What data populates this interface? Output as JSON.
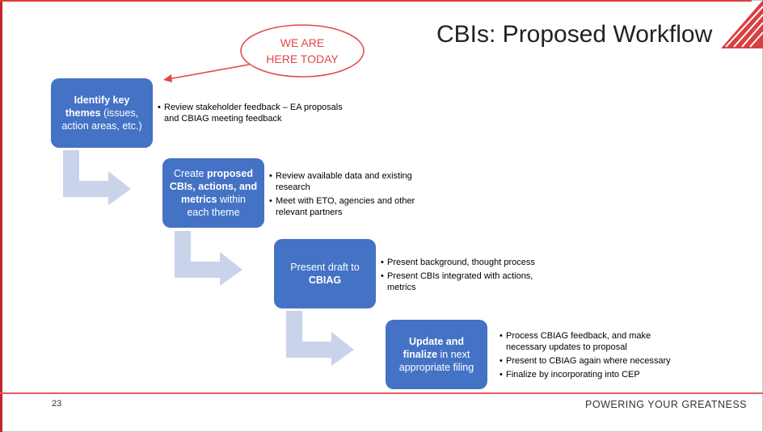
{
  "title": "CBIs: Proposed Workflow",
  "callout": {
    "line1": "WE ARE",
    "line2": "HERE TODAY"
  },
  "steps": [
    {
      "box": {
        "pre": "",
        "bold1": "Identify key themes",
        "mid": " (issues, action areas, etc.)",
        "bold2": "",
        "post": ""
      },
      "bullets": [
        "Review stakeholder feedback – EA proposals and CBIAG meeting feedback"
      ]
    },
    {
      "box": {
        "pre": "Create ",
        "bold1": "proposed CBIs, actions, and metrics",
        "mid": " within each theme",
        "bold2": "",
        "post": ""
      },
      "bullets": [
        "Review available data and existing research",
        "Meet with ETO, agencies and other relevant partners"
      ]
    },
    {
      "box": {
        "pre": "Present draft to ",
        "bold1": "CBIAG",
        "mid": "",
        "bold2": "",
        "post": ""
      },
      "bullets": [
        "Present background, thought process",
        "Present CBIs integrated with actions, metrics"
      ]
    },
    {
      "box": {
        "pre": "",
        "bold1": "Update and finalize",
        "mid": " in next appropriate filing",
        "bold2": "",
        "post": ""
      },
      "bullets": [
        "Process CBIAG feedback, and make necessary updates to proposal",
        "Present to CBIAG again where necessary",
        "Finalize by incorporating into CEP"
      ]
    }
  ],
  "footer": {
    "page_number": "23",
    "tagline": "POWERING YOUR GREATNESS"
  },
  "colors": {
    "box": "#4472c4",
    "arrow": "#c9d3ea",
    "callout": "#e04848",
    "accent": "#c0272d"
  }
}
